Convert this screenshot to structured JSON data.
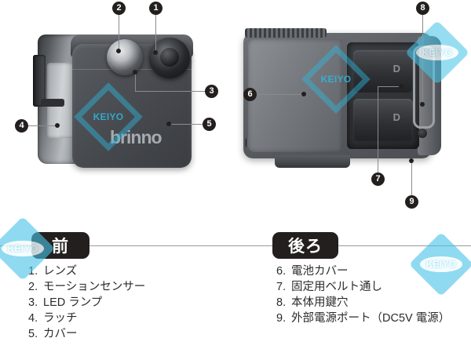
{
  "background": "#ffffff",
  "accent_color": "#49c3e8",
  "marker_color": "#231f1e",
  "product": {
    "brand": "brinno",
    "front_view": {
      "sensor_label": "",
      "lens_label": ""
    },
    "rear_view": {
      "battery_labels": [
        "D",
        "D"
      ]
    }
  },
  "watermarks": [
    {
      "text": "KEIYO"
    },
    {
      "text": "KEIYO"
    },
    {
      "text": "KEIYO"
    },
    {
      "text": "KEIYO"
    },
    {
      "text": "KEIYO"
    }
  ],
  "callouts": [
    {
      "id": "1",
      "number": "1"
    },
    {
      "id": "2",
      "number": "2"
    },
    {
      "id": "3",
      "number": "3"
    },
    {
      "id": "4",
      "number": "4"
    },
    {
      "id": "5",
      "number": "5"
    },
    {
      "id": "6",
      "number": "6"
    },
    {
      "id": "7",
      "number": "7"
    },
    {
      "id": "8",
      "number": "8"
    },
    {
      "id": "9",
      "number": "9"
    }
  ],
  "sections": {
    "front": {
      "badge": "前",
      "items": [
        {
          "num": "1.",
          "label": "レンズ"
        },
        {
          "num": "2.",
          "label": "モーションセンサー"
        },
        {
          "num": "3.",
          "label": "LED ランプ"
        },
        {
          "num": "4.",
          "label": "ラッチ"
        },
        {
          "num": "5.",
          "label": "カバー"
        }
      ]
    },
    "rear": {
      "badge": "後ろ",
      "items": [
        {
          "num": "6.",
          "label": "電池カバー"
        },
        {
          "num": "7.",
          "label": "固定用ベルト通し"
        },
        {
          "num": "8.",
          "label": "本体用鍵穴"
        },
        {
          "num": "9.",
          "label": "外部電源ポート（DC5V 電源）"
        }
      ]
    }
  }
}
